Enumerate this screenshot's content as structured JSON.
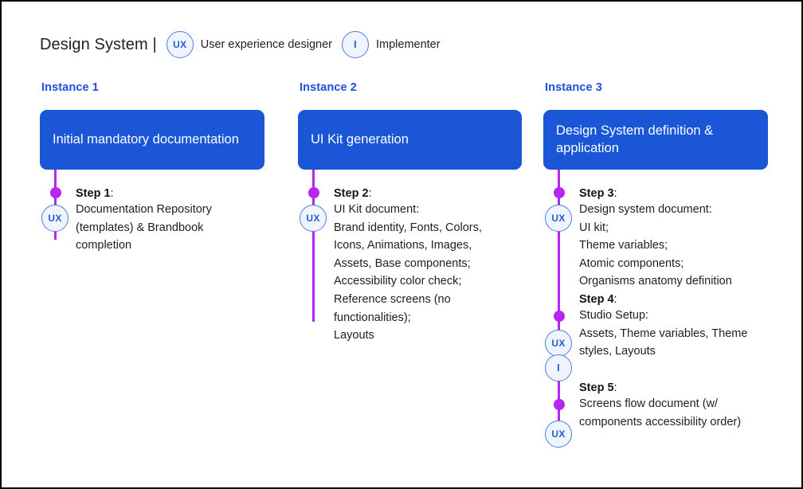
{
  "header": {
    "title": "Design System |",
    "legend": [
      {
        "badge": "UX",
        "label": "User experience designer"
      },
      {
        "badge": "I",
        "label": "Implementer"
      }
    ]
  },
  "colors": {
    "instance_blue": "#1a56d6",
    "timeline_magenta": "#b526f0",
    "badge_fill": "#eff4fe",
    "badge_border": "#4a7fe0",
    "badge_text": "#1f5fd0",
    "instance_label": "#1f4fe0",
    "body_text": "#1b1f24",
    "page_border": "#000000"
  },
  "columns": [
    {
      "instance_label": "Instance 1",
      "box_title": "Initial mandatory documentation",
      "steps": [
        {
          "title": "Step 1",
          "colon": ":",
          "body": "Documentation Repository\n(templates) & Brandbook\ncompletion",
          "badges": [
            "UX"
          ]
        }
      ]
    },
    {
      "instance_label": "Instance 2",
      "box_title": "UI Kit generation",
      "steps": [
        {
          "title": "Step 2",
          "colon": ":",
          "body": "UI Kit document:\nBrand identity, Fonts, Colors,\nIcons, Animations, Images,\nAssets, Base components;\nAccessibility color check;\nReference screens (no\nfunctionalities);\nLayouts",
          "badges": [
            "UX"
          ]
        }
      ]
    },
    {
      "instance_label": "Instance 3",
      "box_title": "Design System definition & application",
      "steps": [
        {
          "title": "Step 3",
          "colon": ":",
          "body": "Design system document:\nUI kit;\nTheme variables;\nAtomic components;\nOrganisms anatomy definition",
          "badges": [
            "UX"
          ]
        },
        {
          "title": "Step 4",
          "colon": ":",
          "body": "Studio Setup:\nAssets, Theme variables, Theme\nstyles, Layouts",
          "badges": [
            "UX",
            "I"
          ]
        },
        {
          "title": "Step 5",
          "colon": ":",
          "body": "Screens flow document (w/\ncomponents accessibility order)",
          "badges": [
            "UX"
          ]
        }
      ]
    }
  ]
}
